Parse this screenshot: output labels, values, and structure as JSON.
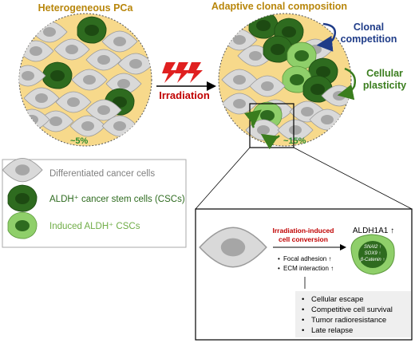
{
  "left_panel": {
    "title": "Heterogeneous PCa",
    "percent": "~5%"
  },
  "right_panel": {
    "title": "Adaptive clonal composition",
    "percent": "~15%",
    "clonal_competition": [
      "Clonal",
      "competition"
    ],
    "cellular_plasticity": [
      "Cellular",
      "plasticity"
    ]
  },
  "arrow_label": "Irradiation",
  "legend": {
    "items": [
      {
        "label": "Differentiated cancer cells",
        "color": "#7f7f7f"
      },
      {
        "label": "ALDH⁺ cancer stem cells (CSCs)",
        "color": "#2e6b1f"
      },
      {
        "label": "Induced ALDH⁺ CSCs",
        "color": "#70ad47"
      }
    ]
  },
  "inset": {
    "conversion": [
      "Irradiation-induced",
      "cell conversion"
    ],
    "mechanisms": [
      "Focal adhesion ↑",
      "ECM interaction ↑"
    ],
    "aldh_label": "ALDH1A1 ↑",
    "markers": [
      "SNAI2 ↑",
      "SOX9 ↑",
      "β-Catenin ↑"
    ],
    "outcomes": [
      "Cellular escape",
      "Competitive cell survival",
      "Tumor radioresistance",
      "Late relapse"
    ]
  },
  "colors": {
    "tumor_bg": "#f7d98b",
    "gray_cell": "#d9d9d9",
    "gray_nucleus": "#a6a6a6",
    "dark_green_cell": "#2e6b1f",
    "dark_green_nucleus": "#1d4a12",
    "light_green_cell": "#8fcf6a",
    "light_green_nucleus": "#2e6b1f"
  }
}
